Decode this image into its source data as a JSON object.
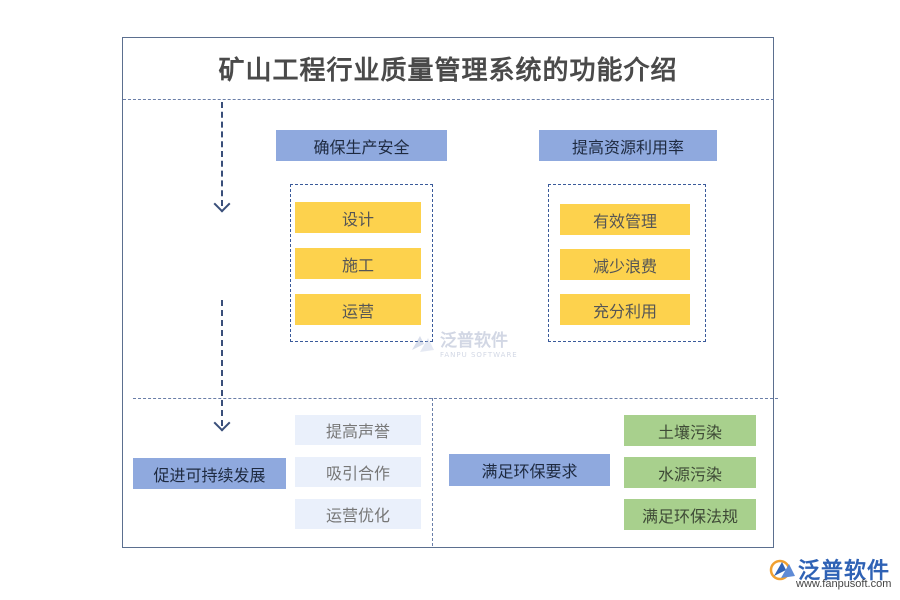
{
  "title": "矿山工程行业质量管理系统的功能介绍",
  "section1": {
    "left": {
      "header": "确保生产安全",
      "items": [
        "设计",
        "施工",
        "运营"
      ]
    },
    "right": {
      "header": "提高资源利用率",
      "items": [
        "有效管理",
        "减少浪费",
        "充分利用"
      ]
    }
  },
  "section2": {
    "left": {
      "header": "促进可持续发展",
      "items": [
        "提高声誉",
        "吸引合作",
        "运营优化"
      ]
    },
    "right": {
      "header": "满足环保要求",
      "items": [
        "土壤污染",
        "水源污染",
        "满足环保法规"
      ]
    }
  },
  "watermark": {
    "name": "泛普软件",
    "sub": "FANPU SOFTWARE"
  },
  "brand": {
    "name": "泛普软件",
    "url": "www.fanpusoft.com"
  },
  "colors": {
    "blue": "#8fa9de",
    "yellow": "#fdd24d",
    "pale": "#eaf0fb",
    "green": "#a8d08d",
    "brand": "#2f62b5"
  }
}
